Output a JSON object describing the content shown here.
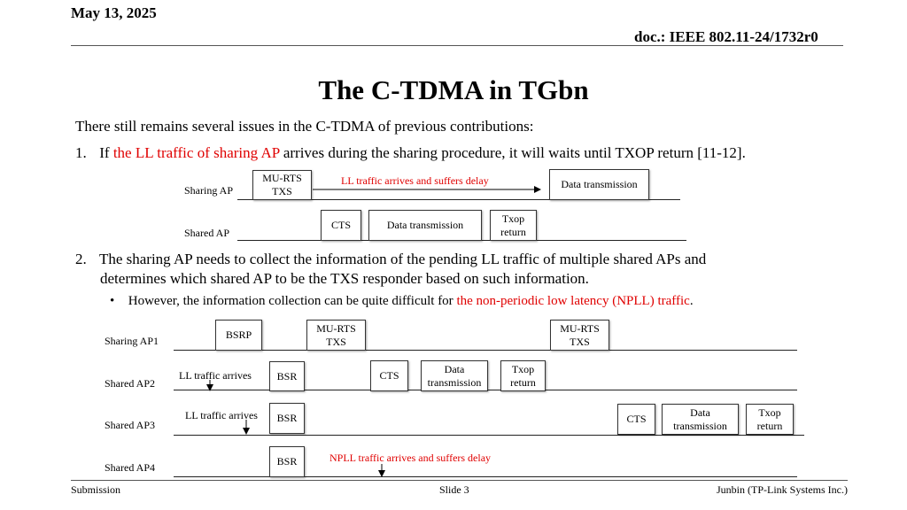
{
  "header": {
    "date": "May 13, 2025",
    "doc": "doc.: IEEE 802.11-24/1732r0"
  },
  "title": "The C-TDMA in TGbn",
  "intro": "There still remains several issues in the C-TDMA of previous contributions:",
  "item1": {
    "num": "1.",
    "pre": "If ",
    "red": "the LL traffic of sharing AP",
    "post": " arrives during the sharing procedure, it will waits until TXOP return [11-12]."
  },
  "diagram1": {
    "sharing_label": "Sharing AP",
    "shared_label": "Shared AP",
    "mu_rts": [
      "MU-RTS",
      "TXS"
    ],
    "delay_note": "LL traffic arrives and suffers delay",
    "data_tx_sharing": "Data transmission",
    "cts": "CTS",
    "data_tx_shared": "Data transmission",
    "txop_return": [
      "Txop",
      "return"
    ]
  },
  "item2": {
    "num": "2.",
    "line1": "The sharing AP needs to collect the information of the pending LL traffic of multiple shared APs and",
    "line2": "determines which shared AP to be the TXS responder based on such information."
  },
  "bullet": {
    "mark": "•",
    "pre": "However, the information collection can be quite difficult for ",
    "red": "the non-periodic low latency (NPLL) traffic",
    "post": "."
  },
  "diagram2": {
    "ap1_label": "Sharing AP1",
    "ap2_label": "Shared AP2",
    "ap3_label": "Shared AP3",
    "ap4_label": "Shared AP4",
    "bsrp": "BSRP",
    "mu_rts_a": [
      "MU-RTS",
      "TXS"
    ],
    "mu_rts_b": [
      "MU-RTS",
      "TXS"
    ],
    "ll_arrives_2": "LL traffic arrives",
    "ll_arrives_3": "LL traffic arrives",
    "bsr2": "BSR",
    "bsr3": "BSR",
    "bsr4": "BSR",
    "cts2": "CTS",
    "data2": [
      "Data",
      "transmission"
    ],
    "txop2": [
      "Txop",
      "return"
    ],
    "cts3": "CTS",
    "data3": [
      "Data",
      "transmission"
    ],
    "txop3": [
      "Txop",
      "return"
    ],
    "npll_note": "NPLL traffic arrives and suffers delay"
  },
  "footer": {
    "left": "Submission",
    "center": "Slide 3",
    "right": "Junbin (TP-Link Systems Inc.)"
  },
  "colors": {
    "accent_red": "#e00000"
  }
}
